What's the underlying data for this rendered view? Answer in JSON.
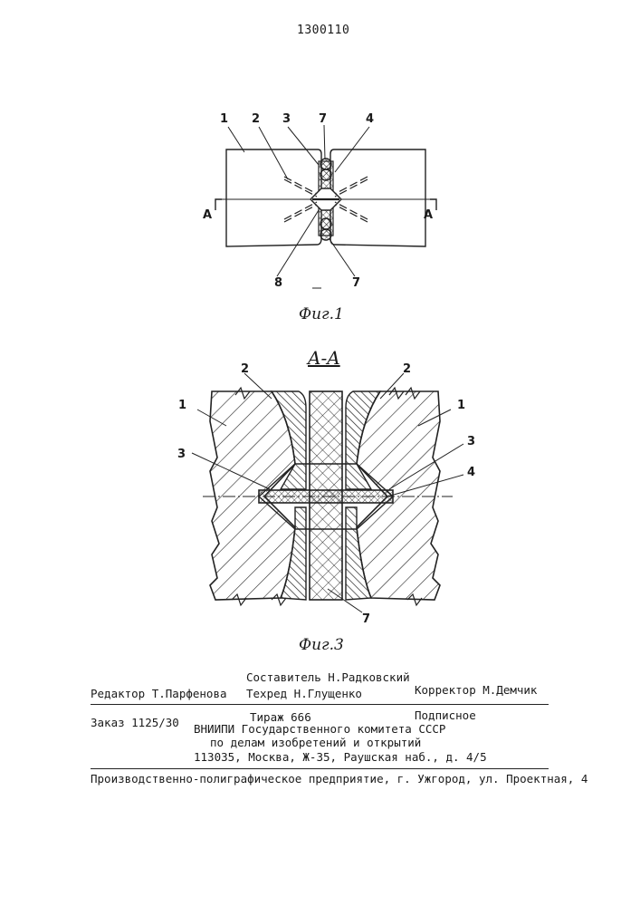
{
  "patent_number": "1300110",
  "figure1": {
    "caption": "Фиг.1",
    "labels": {
      "l1": "1",
      "l2": "2",
      "l3": "3",
      "l7a": "7",
      "l4": "4",
      "lA_left": "A",
      "lA_right": "A",
      "l8": "8",
      "l7b": "7"
    }
  },
  "figure3": {
    "section_title": "A-A",
    "caption": "Фиг.3",
    "labels": {
      "l2a": "2",
      "l2b": "2",
      "l1a": "1",
      "l1b": "1",
      "l3a": "3",
      "l3b": "3",
      "l4": "4",
      "l7": "7"
    }
  },
  "imprint": {
    "editor": "Редактор Т.Парфенова",
    "compiler": "Составитель Н.Радковский",
    "techred": "Техред Н.Глущенко",
    "corrector": "Корректор М.Демчик",
    "order": "Заказ 1125/30",
    "circulation": "Тираж 666",
    "subscription": "Подписное",
    "org_line1": "ВНИИПИ Государственного комитета СССР",
    "org_line2": "по делам изобретений и открытий",
    "address": "113035, Москва, Ж-35, Раушская наб., д. 4/5",
    "printer": "Производственно-полиграфическое предприятие, г. Ужгород, ул. Проектная, 4"
  }
}
